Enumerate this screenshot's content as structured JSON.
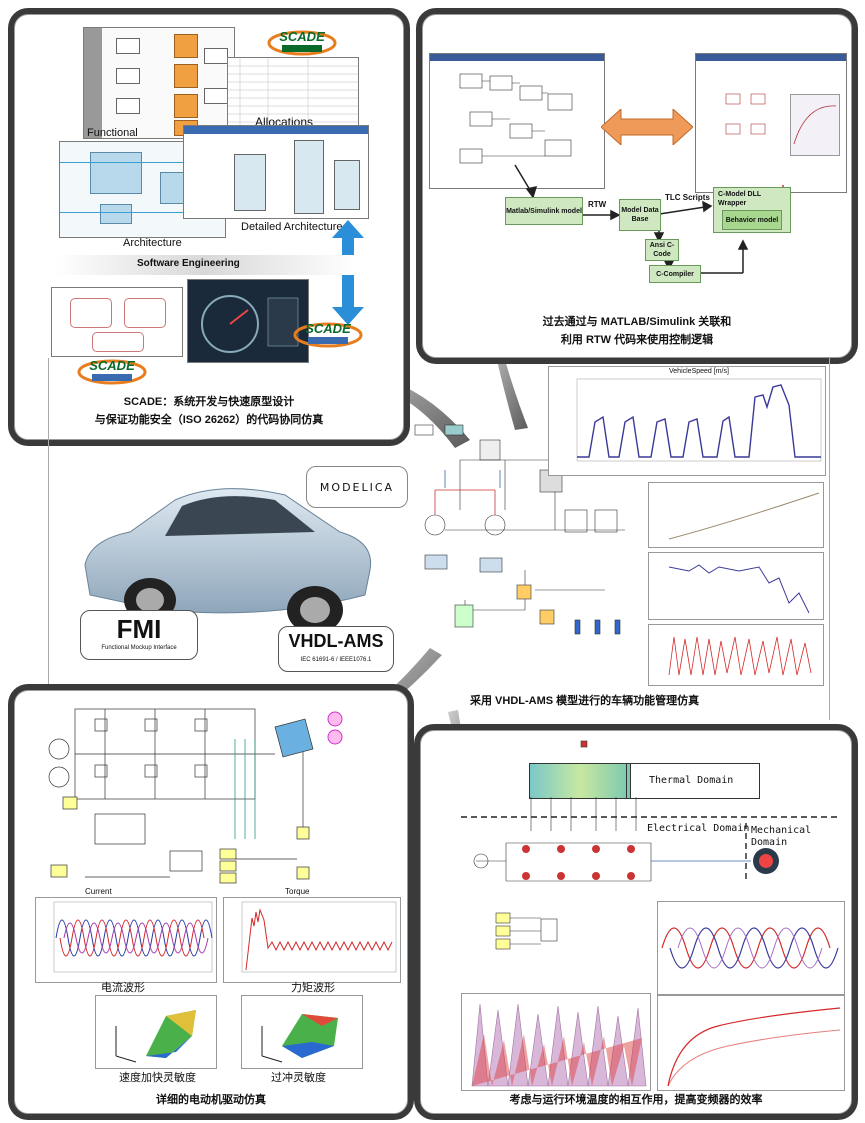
{
  "scade_panel": {
    "functional_label": "Functional",
    "allocations_label": "Allocations",
    "architecture_label": "Architecture",
    "detailed_architecture_label": "Detailed Architecture",
    "software_engineering_label": "Software Engineering",
    "logo_text": "SCADE",
    "caption_line1": "SCADE：系统开发与快速原型设计",
    "caption_line2": "与保证功能安全（ISO 26262）的代码协同仿真"
  },
  "matlab_panel": {
    "matlab_model": "Matlab/Simulink model",
    "rtw": "RTW",
    "model_db": "Model Data Base",
    "tlc": "TLC Scripts",
    "wrapper": "C-Model DLL Wrapper",
    "behavior": "Behavior model",
    "ansi": "Ansi C-Code",
    "compiler": "C-Compiler",
    "caption_line1": "过去通过与 MATLAB/Simulink 关联和",
    "caption_line2": "利用 RTW 代码来使用控制逻辑"
  },
  "center": {
    "modelica": "MODELICA",
    "fmi_title": "FMI",
    "fmi_sub": "Functional Mockup Interface",
    "vhdl_title": "VHDL-AMS",
    "vhdl_sub": "IEC 61691-6 / IEEE1076.1",
    "vehicle_speed_title": "VehicleSpeed [m/s]",
    "caption": "采用 VHDL-AMS 模型进行的车辆功能管理仿真"
  },
  "motor_panel": {
    "current_label": "Current",
    "torque_label": "Torque",
    "current_wave": "电流波形",
    "torque_wave": "力矩波形",
    "speed_sens": "速度加快灵敏度",
    "overshoot_sens": "过冲灵敏度",
    "caption": "详细的电动机驱动仿真"
  },
  "inverter_panel": {
    "thermal": "Thermal Domain",
    "electrical": "Electrical Domain",
    "mechanical": "Mechanical Domain",
    "caption": "考虑与运行环境温度的相互作用，提高变频器的效率"
  },
  "colors": {
    "panel_border": "#3a3a3a",
    "scade_orange": "#e87d1e",
    "arrow_blue": "#2a8fd8",
    "arrow_orange": "#f09a5a",
    "green_box": "#cfe8c2",
    "chart_blue": "#3a3a9a",
    "chart_red": "#d42a2a"
  }
}
